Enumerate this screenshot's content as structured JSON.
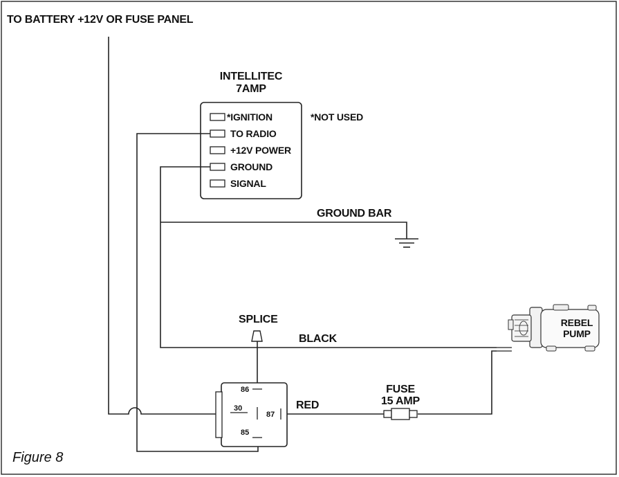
{
  "labels": {
    "battery": "TO BATTERY +12V OR FUSE PANEL",
    "controller_line1": "INTELLITEC",
    "controller_line2": "7AMP",
    "not_used": "*NOT USED",
    "ground_bar": "GROUND BAR",
    "splice": "SPLICE",
    "black": "BLACK",
    "red": "RED",
    "fuse_line1": "FUSE",
    "fuse_line2": "15 AMP",
    "pump_line1": "REBEL",
    "pump_line2": "PUMP",
    "figure": "Figure 8"
  },
  "controller_terminals": [
    "*IGNITION",
    "TO RADIO",
    "+12V POWER",
    "GROUND",
    "SIGNAL"
  ],
  "relay_pins": {
    "p86": "86",
    "p30": "30",
    "p87": "87",
    "p85": "85"
  }
}
